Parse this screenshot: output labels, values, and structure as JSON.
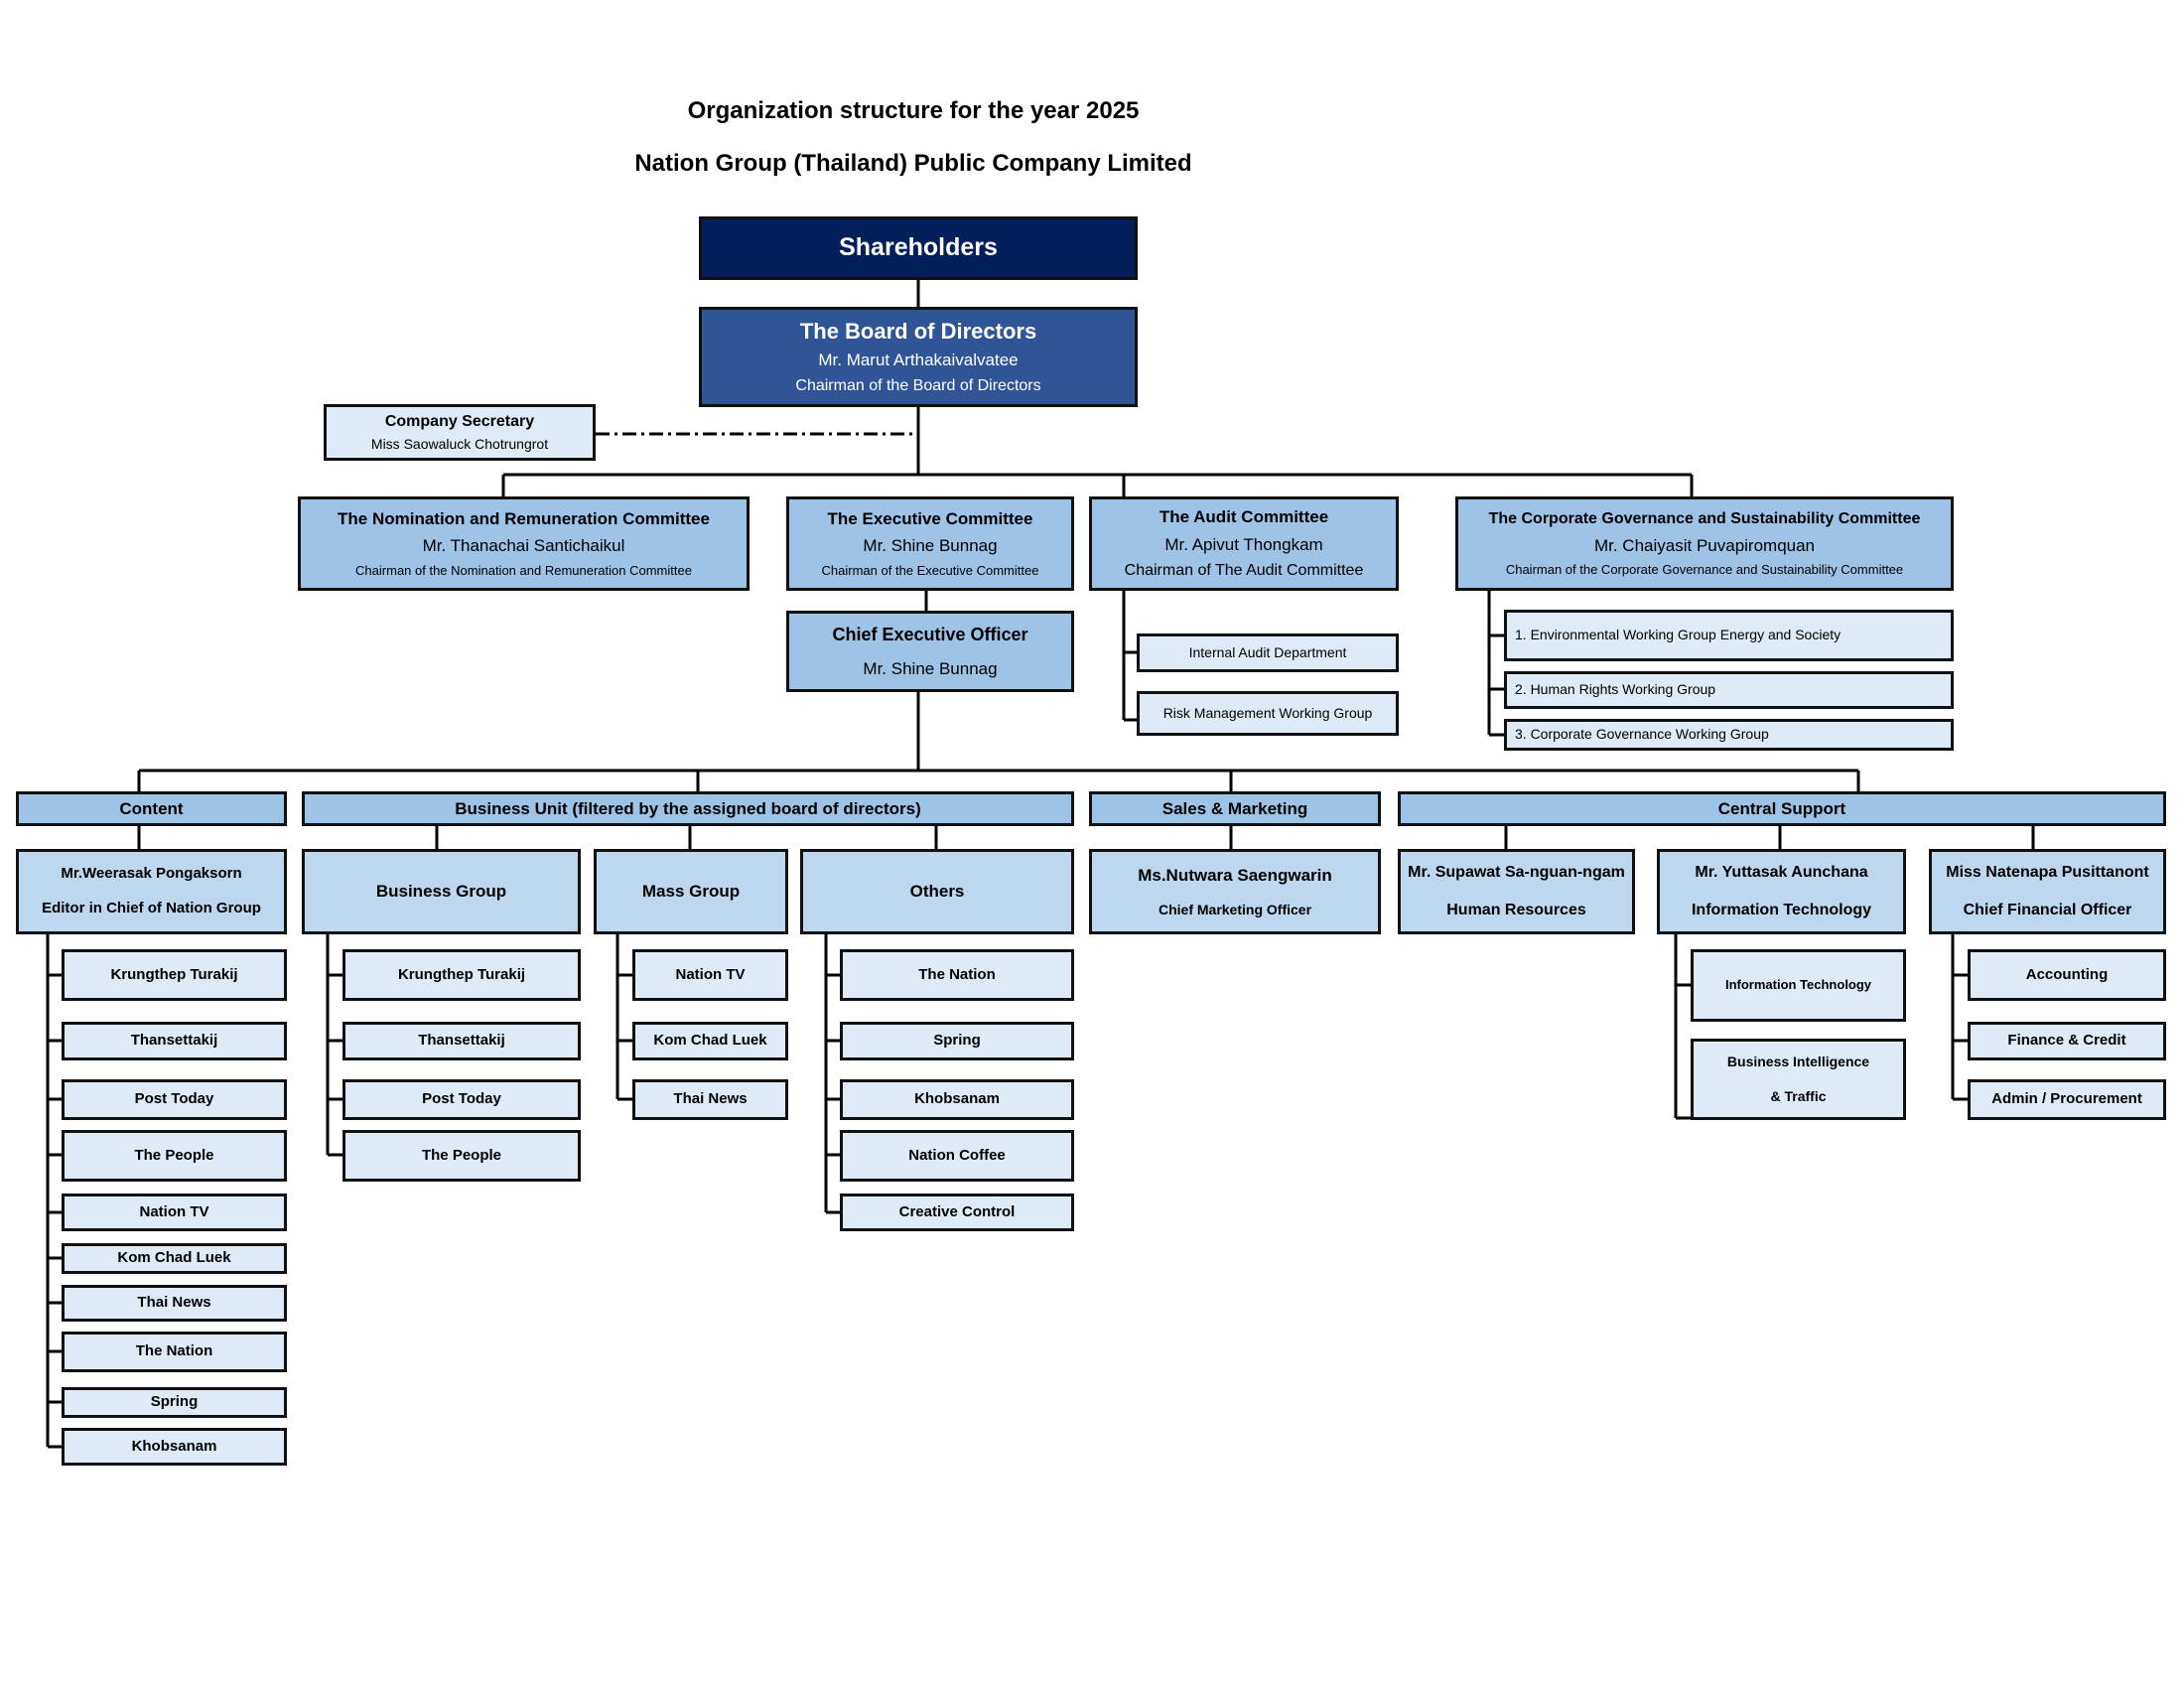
{
  "titles": {
    "line1": "Organization structure for the year 2025",
    "line2": "Nation Group (Thailand) Public Company Limited"
  },
  "shareholders": "Shareholders",
  "board": {
    "title": "The Board of Directors",
    "name": "Mr. Marut  Arthakaivalvatee",
    "role": "Chairman of the Board of Directors"
  },
  "secretary": {
    "title": "Company Secretary",
    "name": "Miss Saowaluck Chotrungrot"
  },
  "committees": {
    "nomination": {
      "title": "The Nomination and Remuneration Committee",
      "name": "Mr. Thanachai  Santichaikul",
      "role": "Chairman of the Nomination and Remuneration Committee"
    },
    "executive": {
      "title": "The Executive Committee",
      "name": "Mr. Shine  Bunnag",
      "role": "Chairman of the Executive Committee"
    },
    "audit": {
      "title": "The Audit Committee",
      "name": "Mr. Apivut Thongkam",
      "role": "Chairman of The Audit Committee",
      "units": [
        "Internal Audit Department",
        "Risk Management Working Group"
      ]
    },
    "governance": {
      "title": "The Corporate Governance and Sustainability Committee",
      "name": "Mr. Chaiyasit  Puvapiromquan",
      "role": "Chairman of the Corporate Governance and Sustainability Committee",
      "groups": [
        "1. Environmental Working Group Energy and Society",
        "2. Human Rights Working Group",
        "3. Corporate Governance Working Group"
      ]
    }
  },
  "ceo": {
    "title": "Chief Executive Officer",
    "name": "Mr. Shine  Bunnag"
  },
  "divisions": {
    "content": {
      "title": "Content",
      "head_name": "Mr.Weerasak  Pongaksorn",
      "head_role": "Editor in Chief of Nation Group",
      "items": [
        "Krungthep Turakij",
        "Thansettakij",
        "Post Today",
        "The People",
        "Nation TV",
        "Kom Chad Luek",
        "Thai News",
        "The Nation",
        "Spring",
        "Khobsanam"
      ]
    },
    "business_unit": {
      "title": "Business Unit (filtered by the assigned board of directors)",
      "business_group": {
        "title": "Business Group",
        "items": [
          "Krungthep Turakij",
          "Thansettakij",
          "Post Today",
          "The People"
        ]
      },
      "mass_group": {
        "title": "Mass Group",
        "items": [
          "Nation TV",
          "Kom Chad Luek",
          "Thai News"
        ]
      },
      "others": {
        "title": "Others",
        "items": [
          "The Nation",
          "Spring",
          "Khobsanam",
          "Nation Coffee",
          "Creative Control"
        ]
      }
    },
    "sales": {
      "title": "Sales & Marketing",
      "head_name": "Ms.Nutwara  Saengwarin",
      "head_role": "Chief Marketing Officer"
    },
    "central": {
      "title": "Central Support",
      "hr": {
        "name": "Mr. Supawat  Sa-nguan-ngam",
        "role": "Human Resources"
      },
      "it": {
        "name": "Mr. Yuttasak  Aunchana",
        "role": "Information Technology",
        "items": [
          "Information Technology",
          "Business Intelligence",
          "& Traffic"
        ]
      },
      "cfo": {
        "name": "Miss Natenapa  Pusittanont",
        "role": "Chief Financial Officer",
        "items": [
          "Accounting",
          "Finance & Credit",
          "Admin / Procurement"
        ]
      }
    }
  }
}
